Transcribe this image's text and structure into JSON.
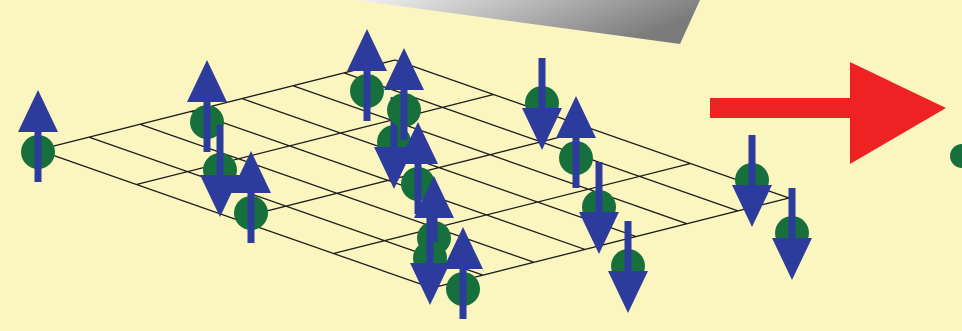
{
  "colors": {
    "background": "#fbf6bf",
    "grid_line": "#1c1c1c",
    "site": "#17703b",
    "spin_arrow": "#2d3c9c",
    "transition_arrow": "#ee2222",
    "panel_light": "#f2f2f2",
    "panel_dark": "#7b7b7b"
  },
  "lattice": {
    "rows": 4,
    "columns": 7
  },
  "spins": [
    {
      "id": "s1",
      "direction": "up"
    },
    {
      "id": "s2",
      "direction": "up"
    },
    {
      "id": "s3",
      "direction": "up"
    },
    {
      "id": "s4",
      "direction": "down"
    },
    {
      "id": "s5",
      "direction": "down"
    },
    {
      "id": "s6",
      "direction": "up"
    },
    {
      "id": "s7",
      "direction": "down"
    },
    {
      "id": "s8",
      "direction": "up"
    },
    {
      "id": "s9",
      "direction": "up"
    },
    {
      "id": "s10",
      "direction": "down"
    },
    {
      "id": "s11",
      "direction": "down"
    },
    {
      "id": "s12",
      "direction": "up"
    },
    {
      "id": "s13",
      "direction": "down"
    },
    {
      "id": "s14",
      "direction": "up"
    },
    {
      "id": "s15",
      "direction": "down"
    },
    {
      "id": "s16",
      "direction": "up"
    },
    {
      "id": "s17",
      "direction": "down"
    }
  ]
}
